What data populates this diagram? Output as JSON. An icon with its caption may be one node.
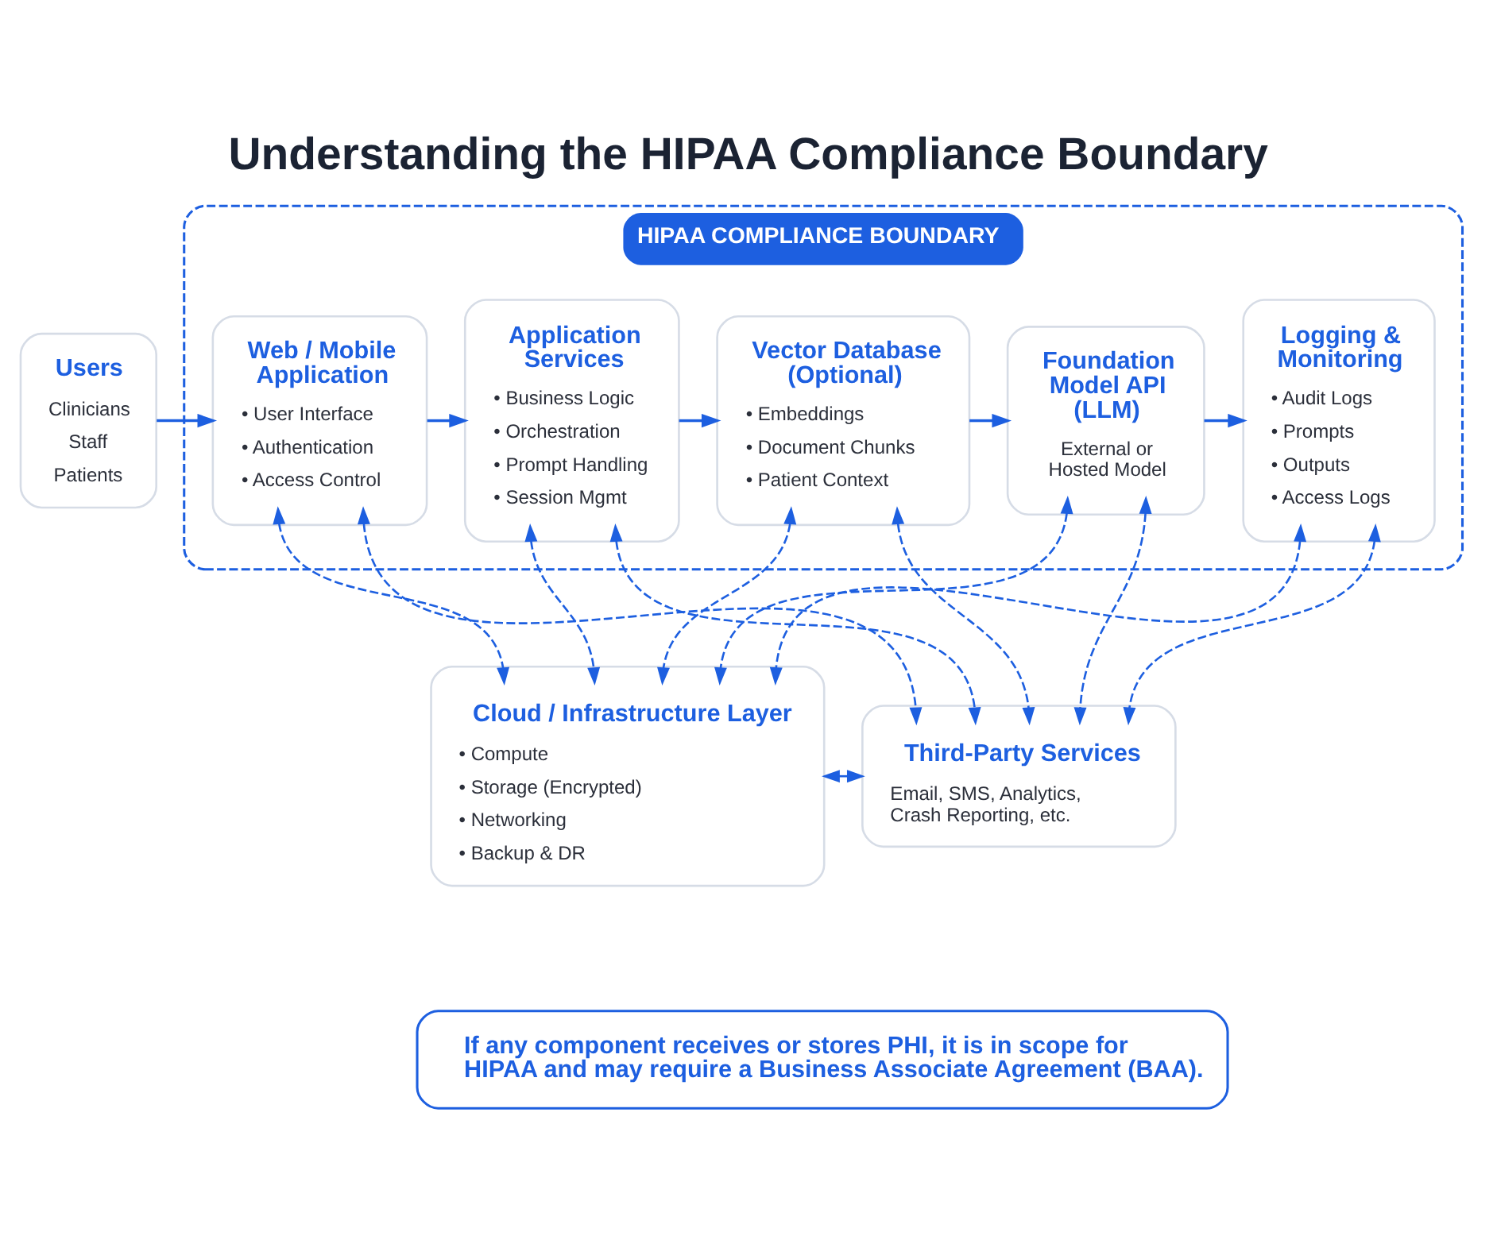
{
  "diagram": {
    "title": "Understanding the HIPAA Compliance Boundary",
    "nodes": [
      {
        "text": [
          "Users",
          "Clinicians",
          "Staff",
          "Patients"
        ]
      },
      {
        "text": [
          "HIPAA COMPLIANCE BOUNDARY"
        ]
      },
      {
        "text": [
          "Web / Mobile Application",
          "• User Interface",
          "• Authentication",
          "• Access Control"
        ],
        "in": 1
      },
      {
        "text": [
          "Application Services",
          "• Business Logic",
          "• Orchestration",
          "• Prompt Handling",
          "• Session Mgmt"
        ],
        "in": 1
      },
      {
        "text": [
          "Vector Database (Optional)",
          "• Embeddings",
          "• Document Chunks",
          "• Patient Context"
        ],
        "in": 1
      },
      {
        "text": [
          "Foundation Model API (LLM)",
          "External or Hosted Model"
        ],
        "in": 1
      },
      {
        "text": [
          "Logging & Monitoring",
          "• Audit Logs",
          "• Prompts",
          "• Outputs",
          "• Access Logs"
        ],
        "in": 1
      },
      {
        "text": [
          "Cloud / Infrastructure Layer",
          "• Compute",
          "• Storage (Encrypted)",
          "• Networking",
          "• Backup & DR"
        ]
      },
      {
        "text": [
          "Third-Party Services",
          "Email, SMS, Analytics, Crash Reporting, etc."
        ]
      },
      {
        "text": [
          "If any component receives or stores PHI, it is in scope for HIPAA and may require a Business Associate Agreement (BAA)."
        ]
      }
    ],
    "edges": [
      {
        "from": 0,
        "to": 2,
        "arrow": "to"
      },
      {
        "from": 2,
        "to": 3,
        "arrow": "to"
      },
      {
        "from": 3,
        "to": 4,
        "arrow": "to"
      },
      {
        "from": 4,
        "to": 5,
        "arrow": "to"
      },
      {
        "from": 5,
        "to": 6,
        "arrow": "to"
      },
      {
        "from": 2,
        "to": 7,
        "arrow": "both",
        "style": "dashed"
      },
      {
        "from": 3,
        "to": 7,
        "arrow": "both",
        "style": "dashed"
      },
      {
        "from": 4,
        "to": 7,
        "arrow": "both",
        "style": "dashed"
      },
      {
        "from": 5,
        "to": 7,
        "arrow": "both",
        "style": "dashed"
      },
      {
        "from": 6,
        "to": 7,
        "arrow": "both",
        "style": "dashed"
      },
      {
        "from": 2,
        "to": 8,
        "arrow": "both",
        "style": "dashed"
      },
      {
        "from": 3,
        "to": 8,
        "arrow": "both",
        "style": "dashed"
      },
      {
        "from": 4,
        "to": 8,
        "arrow": "both",
        "style": "dashed"
      },
      {
        "from": 5,
        "to": 8,
        "arrow": "both",
        "style": "dashed"
      },
      {
        "from": 6,
        "to": 8,
        "arrow": "both",
        "style": "dashed"
      },
      {
        "from": 7,
        "to": 8,
        "arrow": "both",
        "style": "dashed"
      }
    ]
  }
}
